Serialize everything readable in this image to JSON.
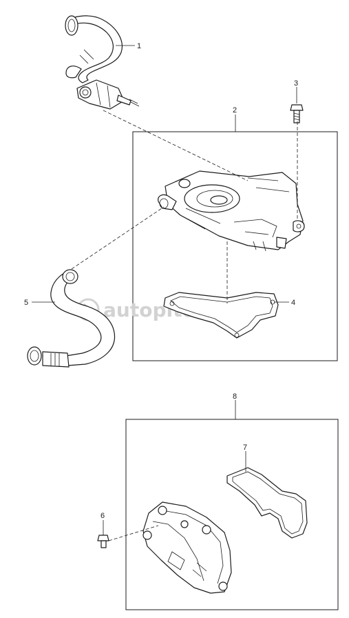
{
  "callouts": [
    {
      "id": "1",
      "label": "1"
    },
    {
      "id": "2",
      "label": "2"
    },
    {
      "id": "3",
      "label": "3"
    },
    {
      "id": "4",
      "label": "4"
    },
    {
      "id": "5",
      "label": "5"
    },
    {
      "id": "6",
      "label": "6"
    },
    {
      "id": "7",
      "label": "7"
    },
    {
      "id": "8",
      "label": "8"
    }
  ],
  "watermark": {
    "text": "autopiter.ru",
    "icon": "autopiter-logo-icon",
    "color": "#d2d2d2"
  },
  "colors": {
    "line": "#1a1a1a",
    "background": "#ffffff"
  }
}
